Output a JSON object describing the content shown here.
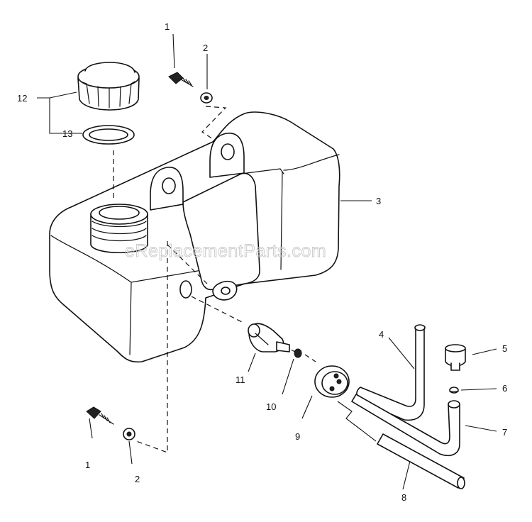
{
  "watermark": "eReplacementParts.com",
  "callouts": [
    {
      "id": "label-1-top",
      "text": "1"
    },
    {
      "id": "label-2-top",
      "text": "2"
    },
    {
      "id": "label-3",
      "text": "3"
    },
    {
      "id": "label-4",
      "text": "4"
    },
    {
      "id": "label-5",
      "text": "5"
    },
    {
      "id": "label-6",
      "text": "6"
    },
    {
      "id": "label-7",
      "text": "7"
    },
    {
      "id": "label-8",
      "text": "8"
    },
    {
      "id": "label-9",
      "text": "9"
    },
    {
      "id": "label-10",
      "text": "10"
    },
    {
      "id": "label-11",
      "text": "11"
    },
    {
      "id": "label-12",
      "text": "12"
    },
    {
      "id": "label-13",
      "text": "13"
    },
    {
      "id": "label-1-bottom",
      "text": "1"
    },
    {
      "id": "label-2-bottom",
      "text": "2"
    }
  ]
}
